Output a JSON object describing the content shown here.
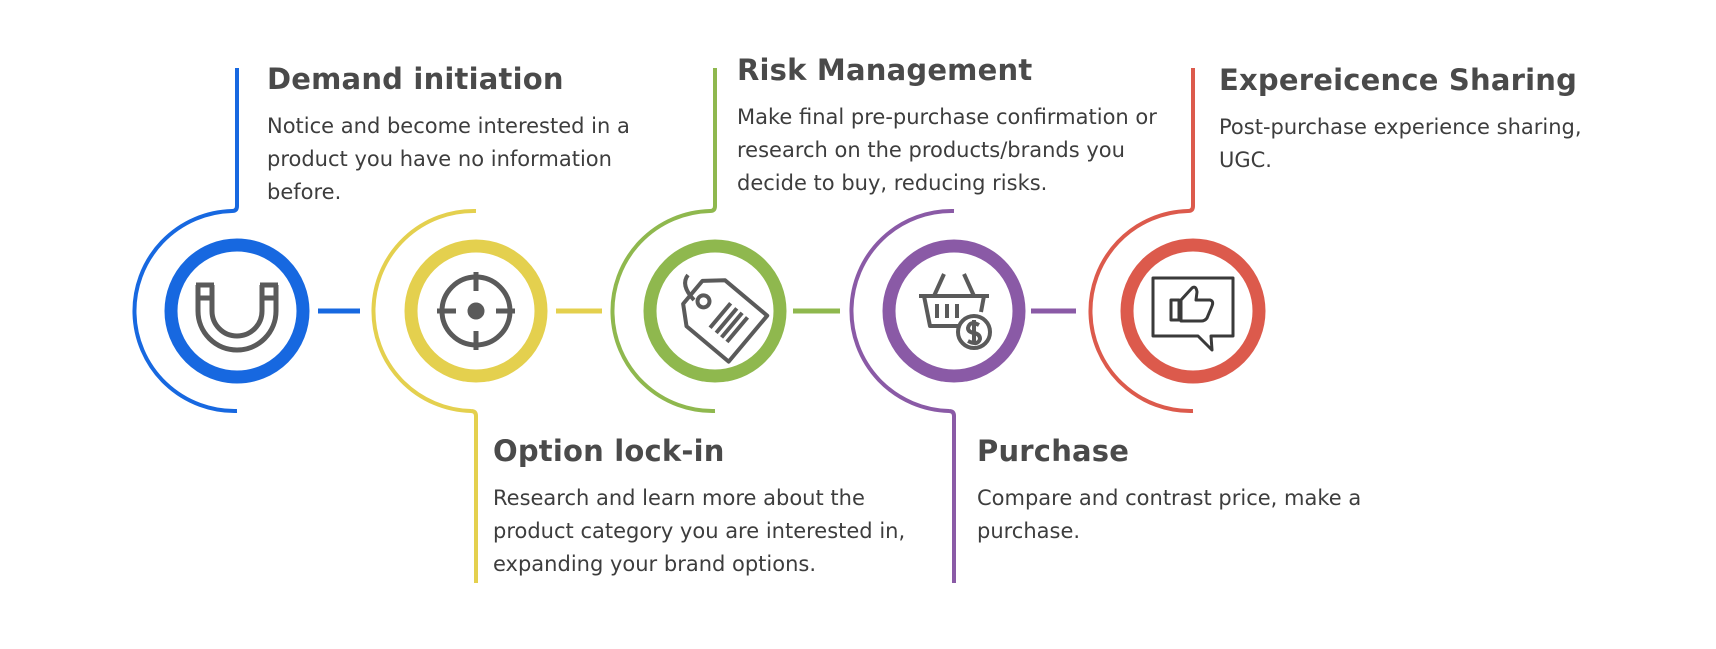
{
  "colors": {
    "blue": "#1768e0",
    "yellow": "#e4d04e",
    "green": "#8fb84e",
    "purple": "#8a5aa6",
    "red": "#dc5a4c",
    "icon": "#5a5a5a",
    "text": "#444444"
  },
  "steps": [
    {
      "title": "Demand initiation",
      "description": "Notice and become interested in a product you have no information before.",
      "icon": "magnet-icon"
    },
    {
      "title": "Option lock-in",
      "description": "Research and learn more about the product category you are interested in, expanding your brand options.",
      "icon": "crosshair-icon"
    },
    {
      "title": "Risk Management",
      "description": "Make final pre-purchase confirmation or research on the products/brands you decide to buy, reducing risks.",
      "icon": "price-tag-icon"
    },
    {
      "title": "Purchase",
      "description": "Compare and contrast price, make a purchase.",
      "icon": "shopping-basket-icon"
    },
    {
      "title": "Expereicence Sharing",
      "description": "Post-purchase experience sharing, UGC.",
      "icon": "thumbs-up-chat-icon"
    }
  ]
}
